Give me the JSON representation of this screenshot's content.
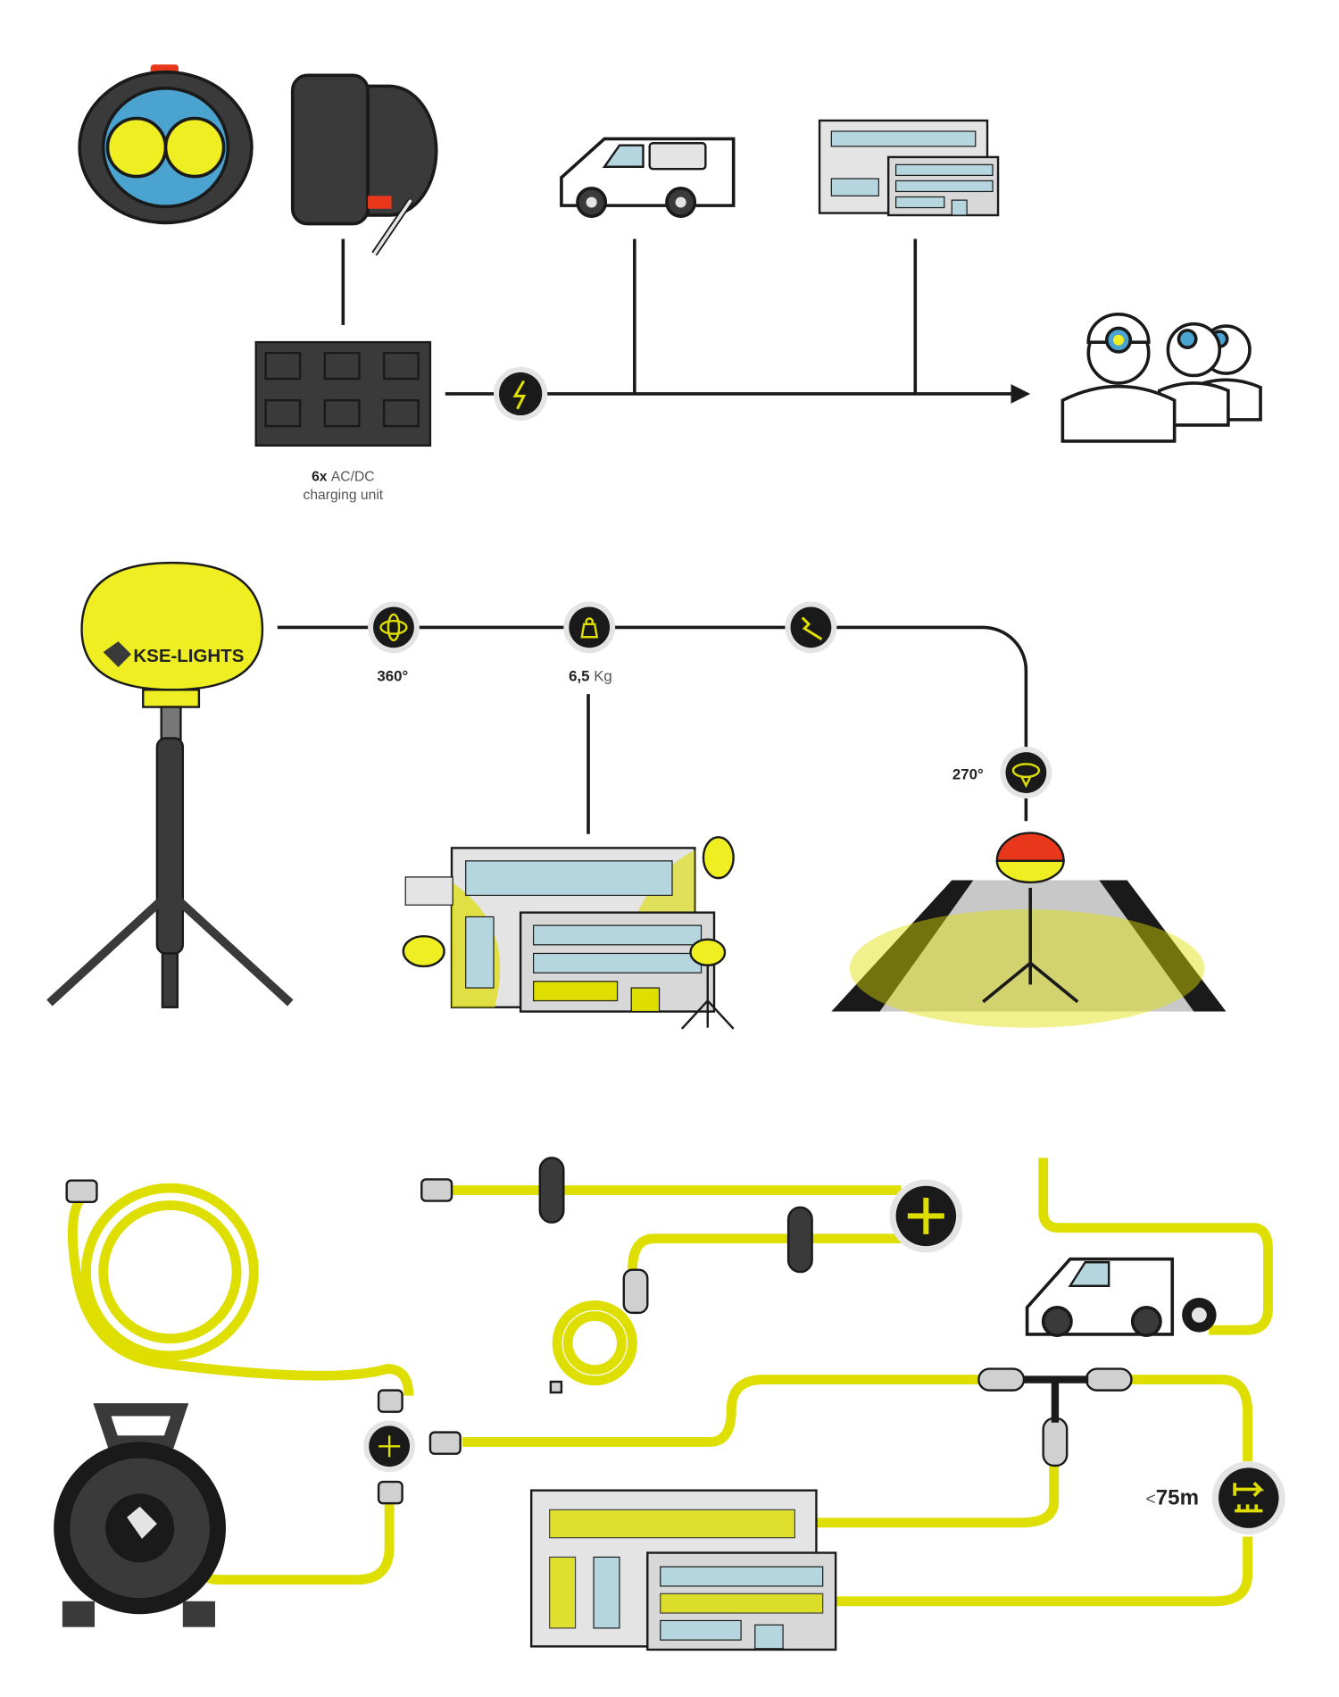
{
  "colors": {
    "yellow": "#eeee22",
    "cable": "#dede00",
    "dark": "#3a3a3a",
    "black": "#1a1a1a",
    "blue": "#4ba3d0",
    "lightblue": "#b5d6de",
    "grey": "#e4e4e4",
    "red": "#e8371a"
  },
  "section1": {
    "charger_count": "6x",
    "charger_type": "AC/DC",
    "charger_desc": "charging unit",
    "icons": [
      "headlamp-icon",
      "charger-icon",
      "lightning-icon",
      "van-icon",
      "building-icon",
      "workers-icon"
    ]
  },
  "section2": {
    "brand_logo": "KSE-LIGHTS",
    "rotation_value": "360°",
    "weight_value": "6,5",
    "weight_unit": "Kg",
    "tilt_value": "270°",
    "icons": [
      "rotation-icon",
      "weight-icon",
      "wrench-icon",
      "tilt-icon"
    ]
  },
  "section3": {
    "range_prefix": "<",
    "range_value": "75m",
    "icons": [
      "plus-icon",
      "splitter-icon",
      "range-icon",
      "cable-reel-icon"
    ]
  }
}
